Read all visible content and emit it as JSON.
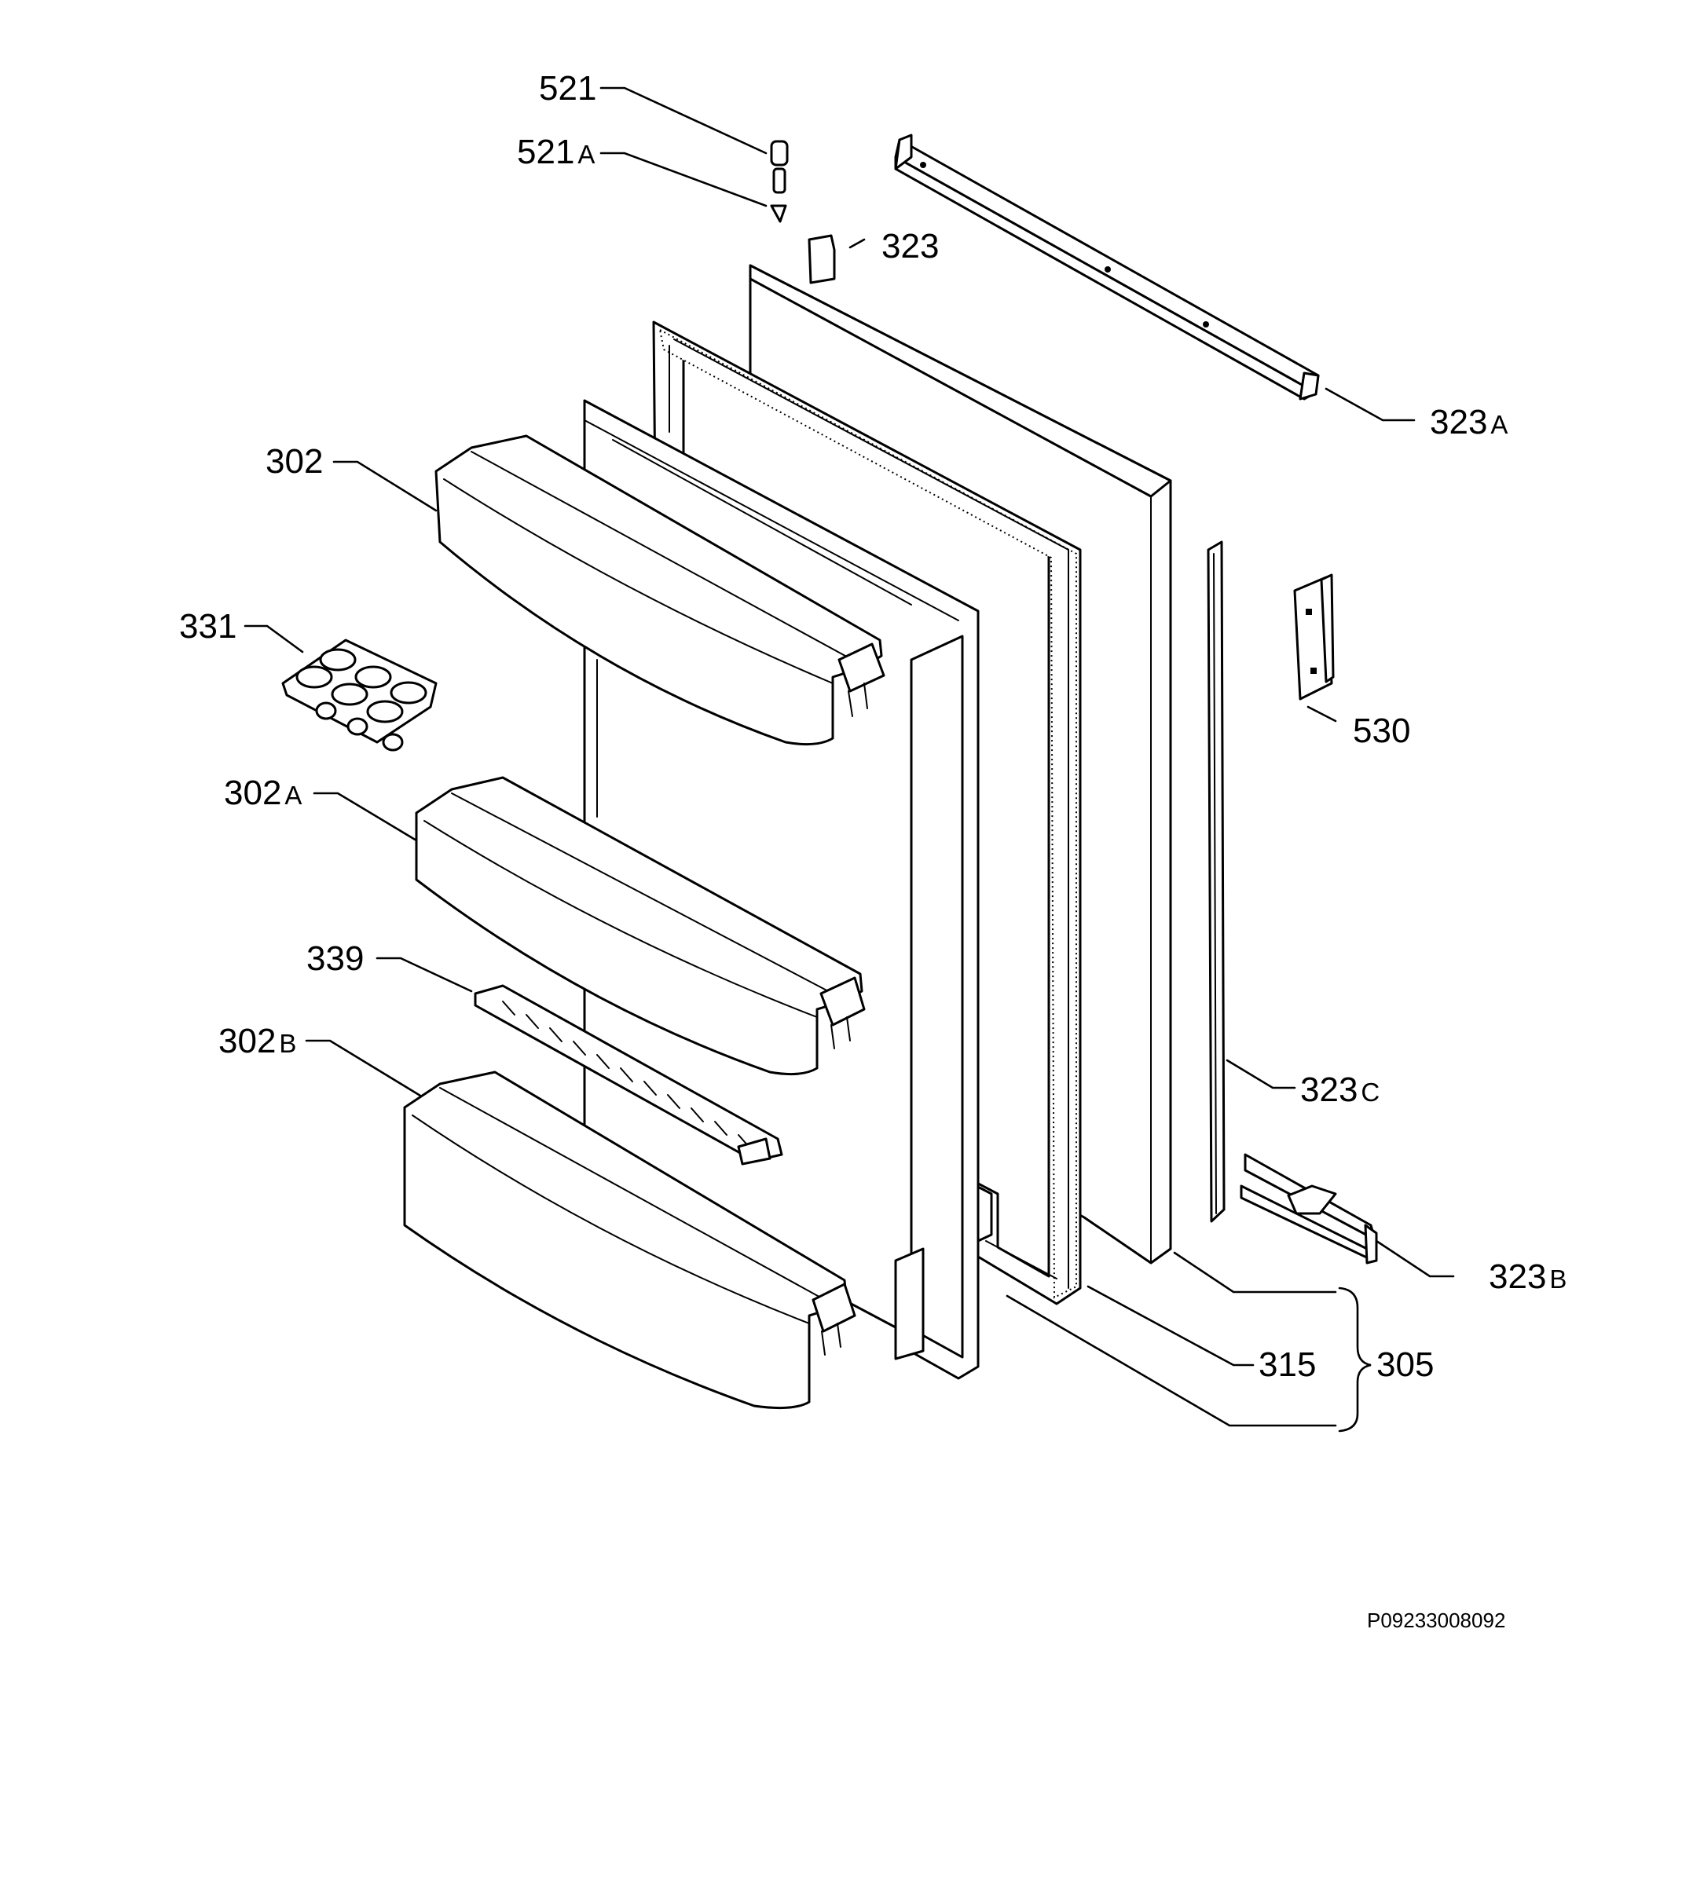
{
  "callouts": {
    "p521": {
      "num": "521",
      "suffix": ""
    },
    "p521a": {
      "num": "521",
      "suffix": "A"
    },
    "p323": {
      "num": "323",
      "suffix": ""
    },
    "p323a": {
      "num": "323",
      "suffix": "A"
    },
    "p302": {
      "num": "302",
      "suffix": ""
    },
    "p331": {
      "num": "331",
      "suffix": ""
    },
    "p530": {
      "num": "530",
      "suffix": ""
    },
    "p302a": {
      "num": "302",
      "suffix": "A"
    },
    "p339": {
      "num": "339",
      "suffix": ""
    },
    "p302b": {
      "num": "302",
      "suffix": "B"
    },
    "p323c": {
      "num": "323",
      "suffix": "C"
    },
    "p323b": {
      "num": "323",
      "suffix": "B"
    },
    "p315": {
      "num": "315",
      "suffix": ""
    },
    "p305": {
      "num": "305",
      "suffix": ""
    }
  },
  "drawing_code": "P09233008092"
}
